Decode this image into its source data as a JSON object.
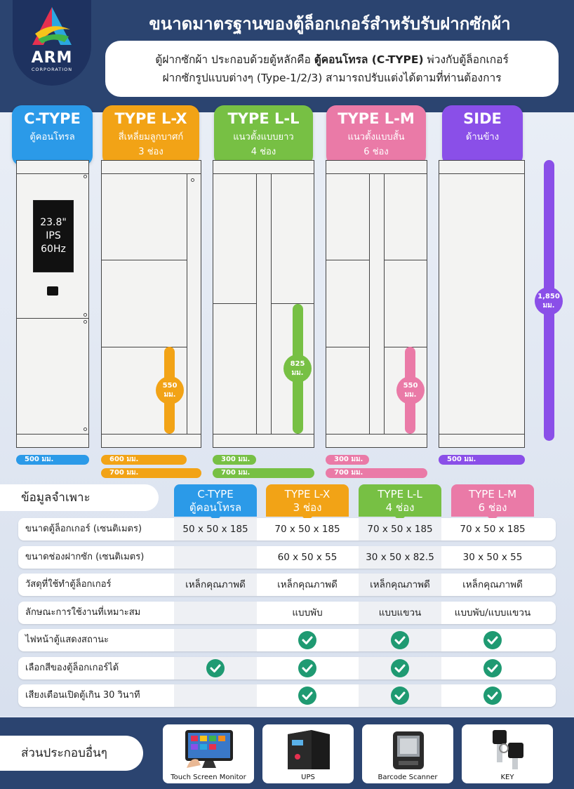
{
  "header": {
    "title": "ขนาดมาตรฐานของตู้ล็อกเกอร์สำหรับรับฝากซักผ้า",
    "logo_name": "ARM",
    "logo_sub": "CORPORATION",
    "intro_line1_pre": "ตู้ฝากซักผ้า ประกอบด้วยตู้หลักคือ ",
    "intro_line1_bold": "ตู้คอนโทรล (C-TYPE)",
    "intro_line1_post": " พ่วงกับตู้ล็อกเกอร์",
    "intro_line2": "ฝากซักรูปแบบต่างๆ (Type-1/2/3) สามารถปรับแต่งได้ตามที่ท่านต้องการ"
  },
  "colors": {
    "ctype": "#2b9ae8",
    "lx": "#f2a316",
    "ll": "#77c044",
    "lm": "#ea7aa7",
    "side": "#8a4fe8",
    "navy": "#2b4470",
    "check": "#1f9a72"
  },
  "types": [
    {
      "title": "C-TYPE",
      "sub1": "ตู้คอนโทรล",
      "sub2": ""
    },
    {
      "title": "TYPE L-X",
      "sub1": "สี่เหลี่ยมลูกบาศก์",
      "sub2": "3 ช่อง"
    },
    {
      "title": "TYPE L-L",
      "sub1": "แนวตั้งแบบยาว",
      "sub2": "4 ช่อง"
    },
    {
      "title": "TYPE L-M",
      "sub1": "แนวตั้งแบบสั้น",
      "sub2": "6 ช่อง"
    },
    {
      "title": "SIDE",
      "sub1": "ด้านข้าง",
      "sub2": ""
    }
  ],
  "screen": {
    "size": "23.8\"",
    "panel": "IPS",
    "rate": "60Hz"
  },
  "measures": {
    "lx_h": "550 มม.",
    "ll_h": "825 มม.",
    "lm_h": "550 มม.",
    "side_h": "1,850 มม."
  },
  "widths": {
    "c": "500 มม.",
    "lx1": "600 มม.",
    "lx2": "700 มม.",
    "ll1": "300 มม.",
    "ll2": "700 มม.",
    "lm1": "300 มม.",
    "lm2": "700 มม.",
    "side": "500 มม."
  },
  "spec": {
    "title": "ข้อมูลจำเพาะ",
    "columns": [
      {
        "l1": "C-TYPE",
        "l2": "ตู้คอนโทรล"
      },
      {
        "l1": "TYPE L-X",
        "l2": "3 ช่อง"
      },
      {
        "l1": "TYPE L-L",
        "l2": "4 ช่อง"
      },
      {
        "l1": "TYPE L-M",
        "l2": "6 ช่อง"
      }
    ],
    "rows": [
      {
        "label": "ขนาดตู้ล็อกเกอร์ (เซนติเมตร)",
        "c0": "50 x 50 x 185",
        "c1": "70 x 50 x 185",
        "c2": "70 x 50 x 185",
        "c3": "70 x 50 x 185"
      },
      {
        "label": "ขนาดช่องฝากซัก (เซนติเมตร)",
        "c0": "",
        "c1": "60 x 50 x 55",
        "c2": "30 x 50 x 82.5",
        "c3": "30 x 50 x 55"
      },
      {
        "label": "วัสดุที่ใช้ทำตู้ล็อกเกอร์",
        "c0": "เหล็กคุณภาพดี",
        "c1": "เหล็กคุณภาพดี",
        "c2": "เหล็กคุณภาพดี",
        "c3": "เหล็กคุณภาพดี"
      },
      {
        "label": "ลักษณะการใช้งานที่เหมาะสม",
        "c0": "",
        "c1": "แบบพับ",
        "c2": "แบบแขวน",
        "c3": "แบบพับ/แบบแขวน"
      },
      {
        "label": "ไฟหน้าตู้แสดงสถานะ",
        "checks": [
          false,
          true,
          true,
          true
        ]
      },
      {
        "label": "เลือกสีของตู้ล็อกเกอร์ได้",
        "checks": [
          true,
          true,
          true,
          true
        ]
      },
      {
        "label": "เสียงเตือนเปิดตู้เกิน 30 วินาที",
        "checks": [
          false,
          true,
          true,
          true
        ]
      }
    ]
  },
  "footer": {
    "title": "ส่วนประกอบอื่นๆ",
    "items": [
      "Touch Screen Monitor",
      "UPS",
      "Barcode Scanner",
      "KEY"
    ]
  }
}
